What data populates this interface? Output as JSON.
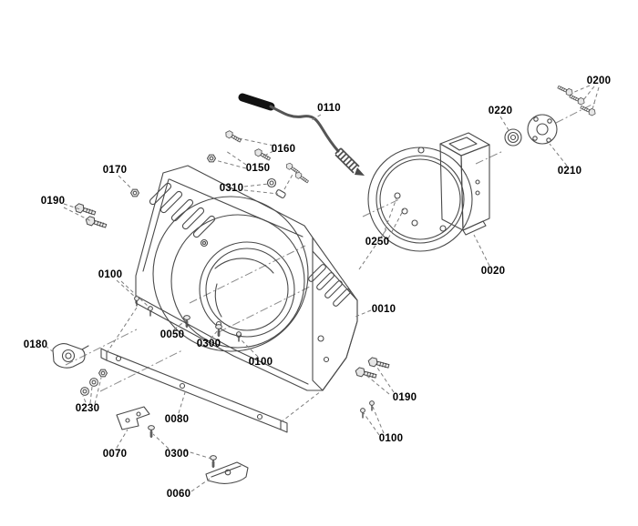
{
  "diagram": {
    "type": "exploded-parts-diagram",
    "background": "#ffffff",
    "line_color": "#4a4a4a",
    "leader_color": "#7d7d7d",
    "label_color": "#000000"
  },
  "callouts": [
    {
      "text": "0200"
    },
    {
      "text": "0220"
    },
    {
      "text": "0110"
    },
    {
      "text": "0160"
    },
    {
      "text": "0150"
    },
    {
      "text": "0170"
    },
    {
      "text": "0210"
    },
    {
      "text": "0310"
    },
    {
      "text": "0190"
    },
    {
      "text": "0250"
    },
    {
      "text": "0020"
    },
    {
      "text": "0100"
    },
    {
      "text": "0010"
    },
    {
      "text": "0050"
    },
    {
      "text": "0300"
    },
    {
      "text": "0180"
    },
    {
      "text": "0100"
    },
    {
      "text": "0190"
    },
    {
      "text": "0230"
    },
    {
      "text": "0080"
    },
    {
      "text": "0100"
    },
    {
      "text": "0070"
    },
    {
      "text": "0300"
    },
    {
      "text": "0060"
    }
  ]
}
